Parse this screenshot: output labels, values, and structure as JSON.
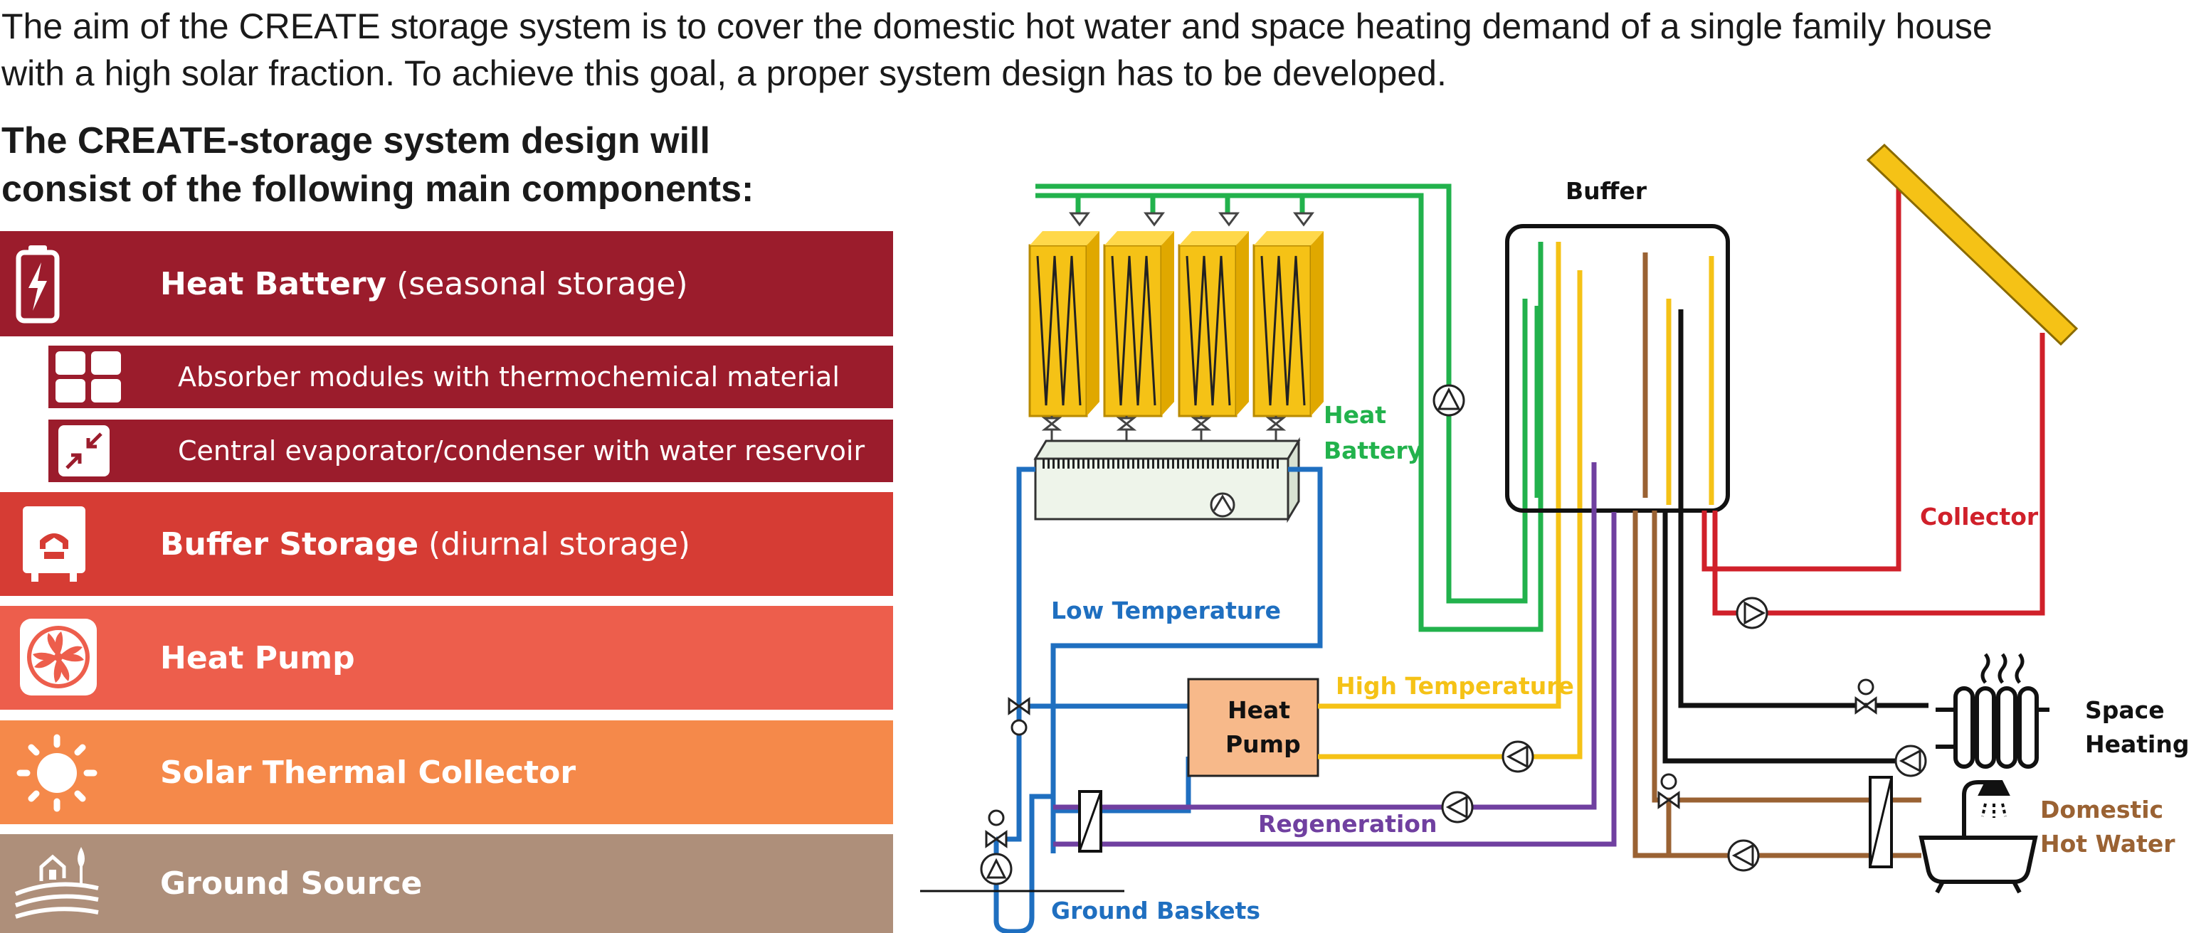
{
  "intro": {
    "line1": "The aim of the CREATE storage system is to cover the domestic hot water and space heating demand of a single family house",
    "line2": "with a high solar fraction. To achieve this goal, a proper system design has to be developed."
  },
  "heading": {
    "line1": "The CREATE-storage system design will",
    "line2": "consist of the following main components:"
  },
  "components": {
    "heat_battery": {
      "name": "Heat Battery",
      "detail": " (seasonal storage)",
      "color": "#9b1c2c",
      "icon": "battery-charge-icon"
    },
    "absorber": {
      "label": "Absorber modules with thermochemical material",
      "icon": "grid-modules-icon"
    },
    "evaporator": {
      "label": "Central evaporator/condenser with water reservoir",
      "icon": "compress-arrows-icon"
    },
    "buffer": {
      "name": "Buffer Storage",
      "detail": " (diurnal storage)",
      "color": "#d63c34",
      "icon": "tank-icon"
    },
    "heat_pump": {
      "name": "Heat Pump",
      "color": "#ed5e4c",
      "icon": "fan-icon"
    },
    "solar": {
      "name": "Solar Thermal Collector",
      "color": "#f5894a",
      "icon": "sun-icon"
    },
    "ground": {
      "name": "Ground Source",
      "color": "#ae8f7a",
      "icon": "house-landscape-icon"
    }
  },
  "diagram": {
    "labels": {
      "buffer": "Buffer",
      "heat_battery_1": "Heat",
      "heat_battery_2": "Battery",
      "collector": "Collector",
      "low_temperature": "Low Temperature",
      "high_temperature": "High Temperature",
      "heat_pump_1": "Heat",
      "heat_pump_2": "Pump",
      "regeneration": "Regeneration",
      "ground_baskets": "Ground Baskets",
      "space_heating_1": "Space",
      "space_heating_2": "Heating",
      "dhw_1": "Domestic",
      "dhw_2": "Hot Water"
    },
    "colors": {
      "green": "#22b24c",
      "blue": "#1f6fc0",
      "yellow": "#f5c216",
      "purple": "#7040a0",
      "brown": "#9a6233",
      "red": "#d0202a",
      "black": "#000000",
      "heat_pump_fill": "#f7b98a"
    }
  }
}
